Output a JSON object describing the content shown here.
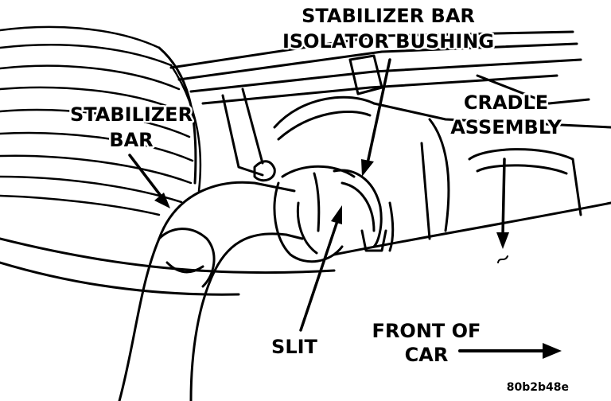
{
  "labels": {
    "isolator_line1": "STABILIZER BAR",
    "isolator_line2": "ISOLATOR BUSHING",
    "stabilizer_line1": "STABILIZER",
    "stabilizer_line2": "BAR",
    "cradle_line1": "CRADLE",
    "cradle_line2": "ASSEMBLY",
    "slit": "SLIT",
    "front_line1": "FRONT OF",
    "front_line2": "CAR",
    "figure_code": "80b2b48e"
  },
  "colors": {
    "ink": "#000000",
    "paper": "#ffffff"
  }
}
